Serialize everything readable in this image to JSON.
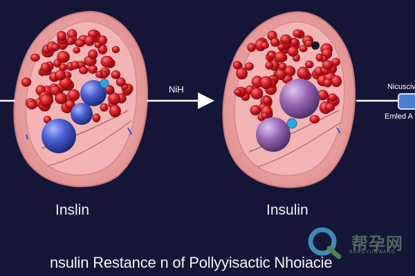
{
  "labels": {
    "left_cell": "Inslin",
    "right_cell": "Insulin",
    "arrow": "NiH",
    "connector_top": "Nicusciv",
    "connector_bottom": "Emled A"
  },
  "caption": "nsulin Restance n of Pollyyisactic Nhoiacie",
  "watermark": {
    "text": "帮孕网",
    "subtext": "BANGYUNWANG"
  },
  "colors": {
    "background": "#151538",
    "cell_outer": "#e89a9a",
    "cell_inner": "#f0b0b0",
    "red_cell": "#c0141c",
    "nucleus_left": "#3d4fb5",
    "nucleus_right": "#8a5aa0",
    "marker": "#2aa8e0",
    "connector": "#4a7fd6"
  }
}
